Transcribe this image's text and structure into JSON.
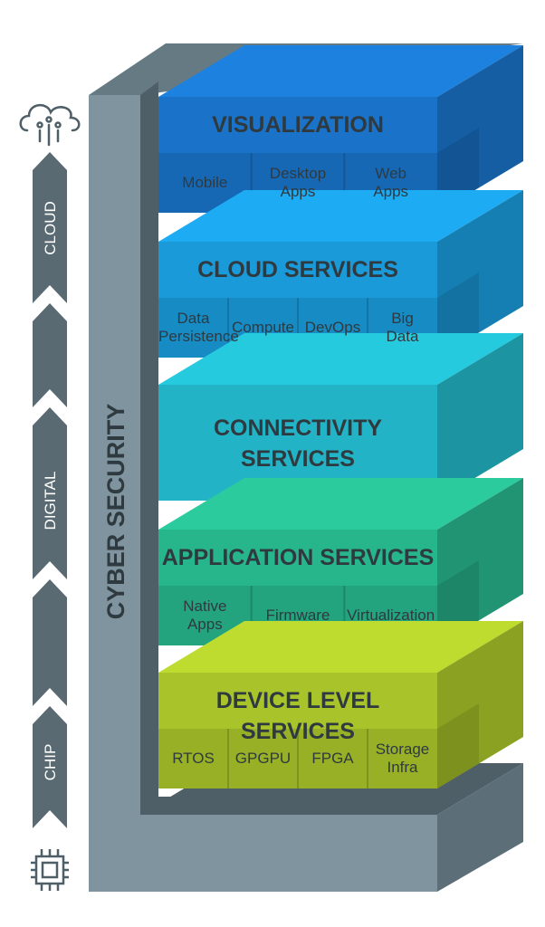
{
  "diagram": {
    "side_label": "CYBER SECURITY",
    "chevron_labels": [
      "CLOUD",
      "DIGITAL",
      "CHIP"
    ],
    "layers": [
      {
        "title": "VISUALIZATION",
        "items": [
          "Mobile",
          "Desktop\nApps",
          "Web\nApps"
        ]
      },
      {
        "title": "CLOUD SERVICES",
        "items": [
          "Data\nPersistence",
          "Compute",
          "DevOps",
          "Big\nData"
        ]
      },
      {
        "title": "CONNECTIVITY\nSERVICES",
        "items": []
      },
      {
        "title": "APPLICATION SERVICES",
        "items": [
          "Native\nApps",
          "Firmware",
          "Virtualization"
        ]
      },
      {
        "title": "DEVICE LEVEL SERVICES",
        "items": [
          "RTOS",
          "GPGPU",
          "FPGA",
          "Storage\nInfra"
        ]
      }
    ]
  },
  "colors": {
    "visualization": "#1a73c8",
    "cloud_services": "#1a9ad9",
    "connectivity": "#22b4c6",
    "application": "#27b58c",
    "device": "#a9c42a",
    "frame": "#7f949e",
    "frame_dark": "#4f5f67",
    "chevron": "#596a72",
    "text_dark": "#2f3a40"
  },
  "icons": {
    "top": "cloud-circuit-icon",
    "bottom": "chip-icon"
  }
}
